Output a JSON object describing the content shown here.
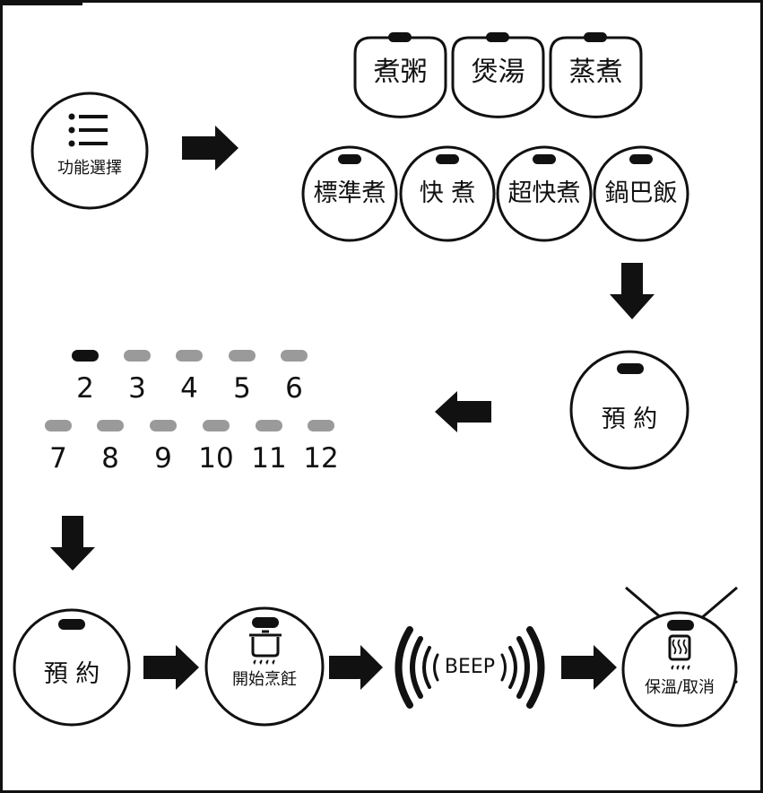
{
  "colors": {
    "ink": "#111111",
    "pill_dark": "#111111",
    "pill_light": "#9a9a9a",
    "background": "#ffffff"
  },
  "menu_button": {
    "label": "功能選擇",
    "icon": "list-icon"
  },
  "function_buttons": {
    "row1": [
      "煮粥",
      "煲湯",
      "蒸煮"
    ],
    "row2": [
      "標準煮",
      "快 煮",
      "超快煮",
      "鍋巴飯"
    ]
  },
  "preset_button": {
    "label": "預 約"
  },
  "hours": {
    "row1": [
      "2",
      "3",
      "4",
      "5",
      "6"
    ],
    "row2": [
      "7",
      "8",
      "9",
      "10",
      "11",
      "12"
    ],
    "selected": "2"
  },
  "bottom_flow": {
    "preset": "預 約",
    "start": "開始烹飪",
    "start_icon": "pot-icon",
    "beep": "BEEP",
    "keep_warm": "保溫/取消",
    "keep_warm_icon": "steam-icon"
  }
}
